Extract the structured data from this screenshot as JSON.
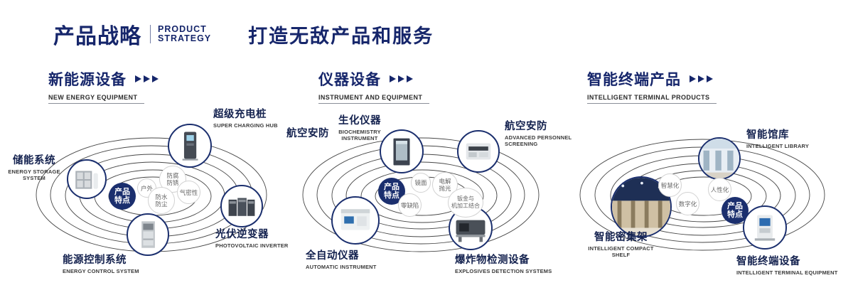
{
  "header": {
    "title": "产品战略",
    "subtitle_line1": "PRODUCT",
    "subtitle_line2": "STRATEGY",
    "slogan": "打造无敌产品和服务"
  },
  "sections": [
    {
      "title": "新能源设备",
      "subtitle": "NEW ENERGY EQUIPMENT",
      "badge": "产品\n特点",
      "features": [
        "防腐\n防锈",
        "户外",
        "气密性",
        "防水\n防尘"
      ],
      "products": [
        {
          "name": "储能系统",
          "en": "ENERGY STORAGE SYSTEM"
        },
        {
          "name": "超级充电桩",
          "en": "SUPER CHARGING HUB"
        },
        {
          "name": "光伏逆变器",
          "en": "PHOTOVOLTAIC INVERTER"
        },
        {
          "name": "能源控制系统",
          "en": "ENERGY CONTROL SYSTEM"
        }
      ]
    },
    {
      "title": "仪器设备",
      "subtitle": "INSTRUMENT AND EQUIPMENT",
      "badge": "产品\n特点",
      "side_label": "航空安防",
      "features": [
        "镜面",
        "电解\n抛光",
        "零缺陷",
        "钣金与\n机加工结合"
      ],
      "products": [
        {
          "name": "生化仪器",
          "en": "BIOCHEMISTRY INSTRUMENT"
        },
        {
          "name": "航空安防",
          "en": "ADVANCED PERSONNEL SCREENING"
        },
        {
          "name": "全自动仪器",
          "en": "AUTOMATIC INSTRUMENT"
        },
        {
          "name": "爆炸物检测设备",
          "en": "EXPLOSIVES DETECTION SYSTEMS"
        }
      ]
    },
    {
      "title": "智能终端产品",
      "subtitle": "INTELLIGENT TERMINAL PRODUCTS",
      "badge": "产品\n特点",
      "features": [
        "智慧化",
        "人性化",
        "数字化"
      ],
      "products": [
        {
          "name": "智能馆库",
          "en": "INTELLIGENT LIBRARY"
        },
        {
          "name": "智能密集架",
          "en": "INTELLIGENT COMPACT SHELF"
        },
        {
          "name": "智能终端设备",
          "en": "INTELLIGENT TERMINAL EQUIPMENT"
        }
      ]
    }
  ],
  "colors": {
    "navy": "#1b2f6e",
    "orbit_line": "#474747"
  }
}
